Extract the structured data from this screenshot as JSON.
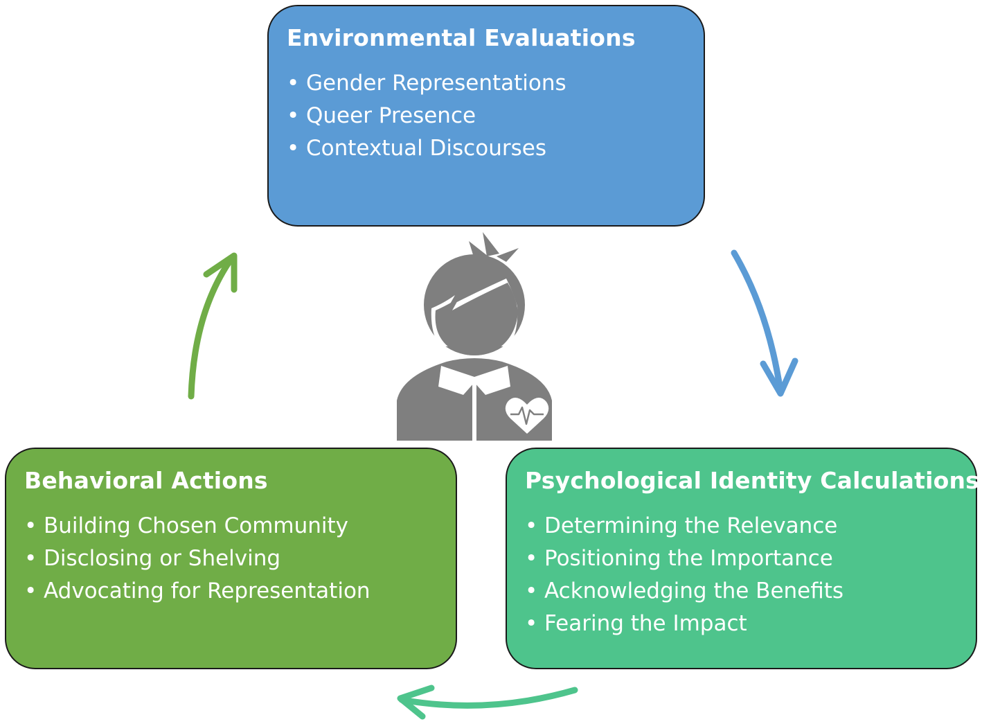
{
  "boxes": {
    "environmental": {
      "title": "Environmental Evaluations",
      "items": [
        "Gender Representations",
        "Queer Presence",
        "Contextual Discourses"
      ],
      "color": "#5b9bd5"
    },
    "behavioral": {
      "title": "Behavioral Actions",
      "items": [
        "Building Chosen Community",
        "Disclosing or Shelving",
        "Advocating for Representation"
      ],
      "color": "#70ad47"
    },
    "psychological": {
      "title": "Psychological Identity Calculations",
      "items": [
        "Determining the Relevance",
        "Positioning the Importance",
        "Acknowledging the Benefits",
        "Fearing the Impact"
      ],
      "color": "#4ec48c"
    }
  },
  "arrows": {
    "environmental_to_psychological": "#5b9bd5",
    "psychological_to_behavioral": "#4ec48c",
    "behavioral_to_environmental": "#70ad47"
  },
  "center_icon": {
    "name": "person-with-heart-icon",
    "color": "#7f7f7f"
  }
}
